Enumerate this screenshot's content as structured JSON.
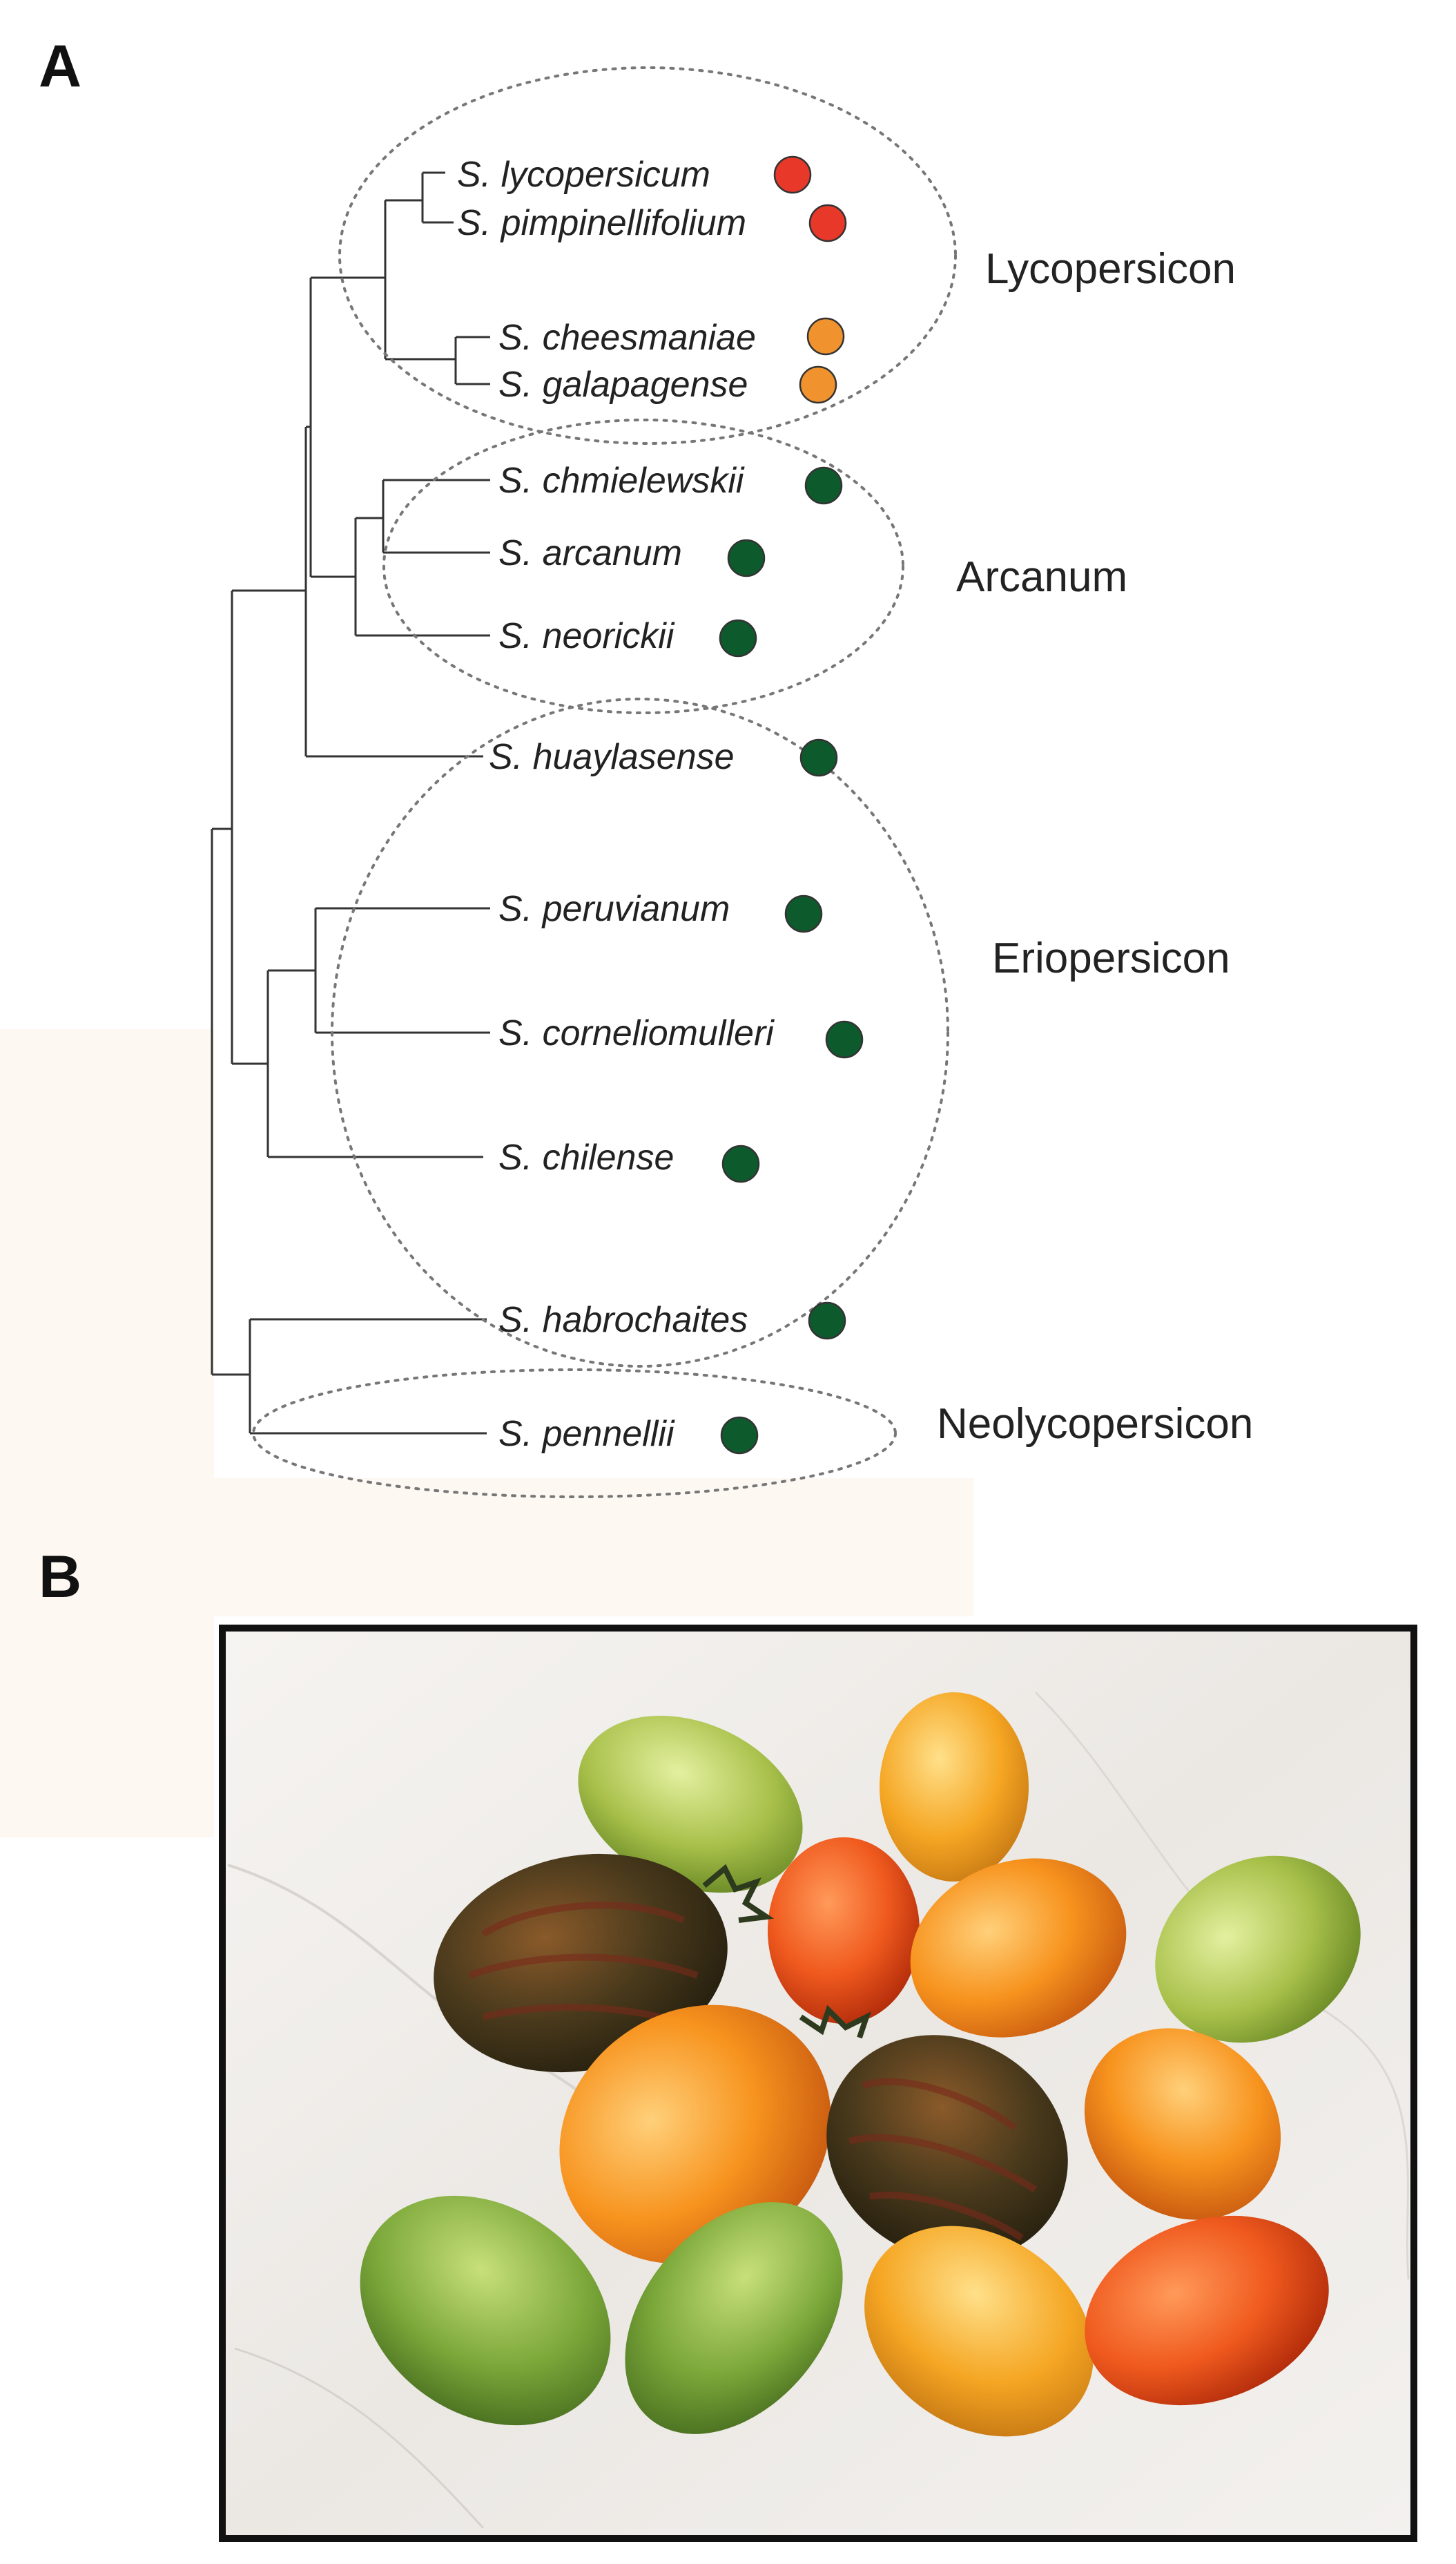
{
  "panels": {
    "a_label": "A",
    "b_label": "B"
  },
  "colors": {
    "red": "#e8382a",
    "orange": "#f0922e",
    "green": "#0d5a2c"
  },
  "species": [
    {
      "name": "S. lycopersicum",
      "fruit_color": "red"
    },
    {
      "name": "S. pimpinellifolium",
      "fruit_color": "red"
    },
    {
      "name": "S. cheesmaniae",
      "fruit_color": "orange"
    },
    {
      "name": "S. galapagense",
      "fruit_color": "orange"
    },
    {
      "name": "S. chmielewskii",
      "fruit_color": "green"
    },
    {
      "name": "S. arcanum",
      "fruit_color": "green"
    },
    {
      "name": "S. neorickii",
      "fruit_color": "green"
    },
    {
      "name": "S. huaylasense",
      "fruit_color": "green"
    },
    {
      "name": "S. peruvianum",
      "fruit_color": "green"
    },
    {
      "name": "S. corneliomulleri",
      "fruit_color": "green"
    },
    {
      "name": "S. chilense",
      "fruit_color": "green"
    },
    {
      "name": "S. habrochaites",
      "fruit_color": "green"
    },
    {
      "name": "S. pennellii",
      "fruit_color": "green"
    }
  ],
  "clades": [
    {
      "name": "Lycopersicon"
    },
    {
      "name": "Arcanum"
    },
    {
      "name": "Eriopersicon"
    },
    {
      "name": "Neolycopersicon"
    }
  ],
  "photo": {
    "subject": "tomato fruits of various colors on marble"
  }
}
